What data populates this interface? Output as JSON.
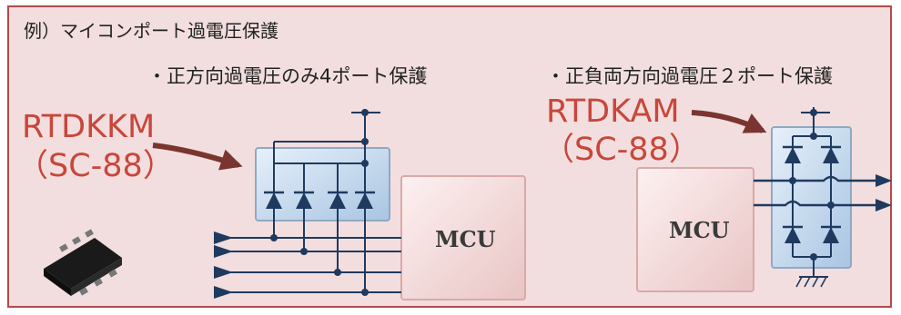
{
  "example_title": "例）マイコンポート過電圧保護",
  "left": {
    "note": "・正方向過電圧のみ4ポート保護",
    "part_name": "RTDKKM",
    "part_package": "（SC-88）",
    "mcu_label": "MCU"
  },
  "right": {
    "note": "・正負両方向過電圧２ポート保護",
    "part_name": "RTDKAM",
    "part_package": "（SC-88）",
    "mcu_label": "MCU"
  },
  "colors": {
    "frame_bg": "#f2dede",
    "frame_border": "#b24a4a",
    "part_text": "#c9463b",
    "arrow": "#7a3530",
    "wire": "#1f3a5f",
    "protector_fill": "#c9dcef",
    "mcu_fill": "#f7dede"
  }
}
